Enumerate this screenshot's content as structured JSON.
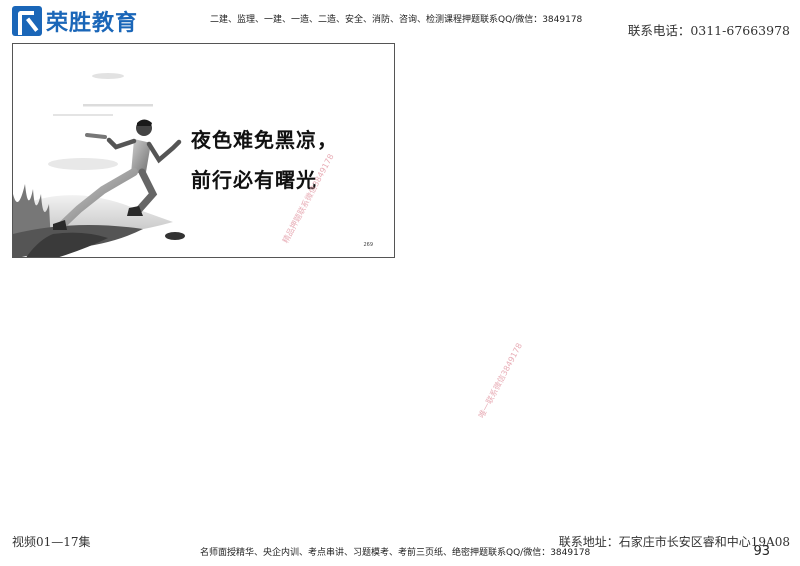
{
  "header": {
    "logo_text": "荣胜教育",
    "center_text": "二建、监理、一建、一造、二造、安全、消防、咨询、检测课程押题联系QQ/微信：3849178",
    "phone": "联系电话：0311-67663978"
  },
  "slide": {
    "line1": "夜色难免黑凉，",
    "line2": "前行必有曙光",
    "page_label": "269"
  },
  "watermarks": {
    "w1": "精品押题联系微信3849178",
    "w2": "唯一联系微信3849178"
  },
  "footer": {
    "left": "视频01—17集",
    "right": "联系地址：石家庄市长安区睿和中心19A08",
    "center": "名师面授精华、央企内训、考点串讲、习题模考、考前三页纸、绝密押题联系QQ/微信：3849178",
    "page_number": "93"
  }
}
